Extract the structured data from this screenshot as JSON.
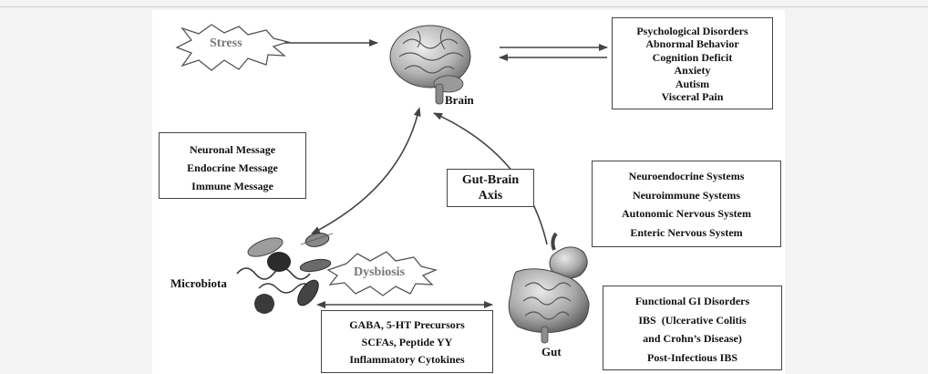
{
  "stress": "Stress",
  "brain": "Brain",
  "outcomes": [
    "Psychological Disorders",
    "Abnormal Behavior",
    "Cognition Deficit",
    "Anxiety",
    "Autism",
    "Visceral Pain"
  ],
  "messages": [
    "Neuronal Message",
    "Endocrine Message",
    "Immune Message"
  ],
  "axis": [
    "Gut-Brain",
    "Axis"
  ],
  "systems": [
    "Neuroendocrine Systems",
    "Neuroimmune Systems",
    "Autonomic Nervous System",
    "Enteric Nervous System"
  ],
  "microbiota": "Microbiota",
  "dysbiosis": "Dysbiosis",
  "gut": "Gut",
  "metabolites": [
    "GABA, 5-HT Precursors",
    "SCFAs, Peptide YY",
    "Inflammatory Cytokines"
  ],
  "disorders": [
    "Functional GI Disorders",
    "IBS  (Ulcerative Colitis",
    "and Crohn’s Disease)",
    "Post-Infectious IBS"
  ]
}
